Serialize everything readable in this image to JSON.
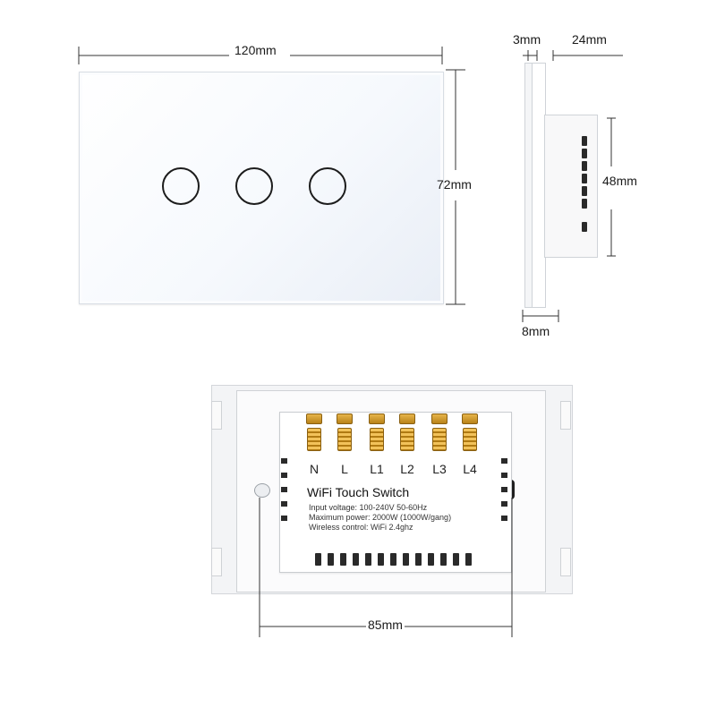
{
  "front_view": {
    "width_label": "120mm",
    "height_label": "72mm",
    "button_count": 3
  },
  "side_view": {
    "plate_thickness_label": "3mm",
    "depth_label": "24mm",
    "module_height_label": "48mm",
    "base_label": "8mm"
  },
  "back_view": {
    "terminals": [
      "N",
      "L",
      "L1",
      "L2",
      "L3",
      "L4"
    ],
    "product_name": "WiFi Touch Switch",
    "specs": [
      "Input voltage: 100-240V 50-60Hz",
      "Maximum power: 2000W (1000W/gang)",
      "Wireless control: WiFi 2.4ghz"
    ],
    "mounting_distance_label": "85mm"
  },
  "colors": {
    "panel": "#ffffff",
    "button_ring": "#1c1c1c",
    "terminal_brass": "#d9a53a",
    "dimension_line": "#333333"
  }
}
